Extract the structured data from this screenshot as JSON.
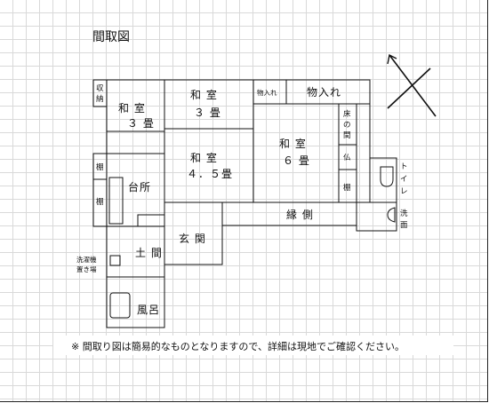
{
  "title": "間取図",
  "rooms": {
    "washitsu_3_left": [
      "和 室",
      "３ 畳"
    ],
    "washitsu_3_top": [
      "和 室",
      "３ 畳"
    ],
    "washitsu_45": [
      "和 室",
      "４．５畳"
    ],
    "washitsu_6": [
      "和 室",
      "６ 畳"
    ],
    "storage_small": "物入れ",
    "storage_large": "物入れ",
    "shuno": [
      "収",
      "納"
    ],
    "tokonoma": [
      "床",
      "の",
      "間"
    ],
    "butsuma": "仏",
    "tana_right": "棚",
    "tana_left_top": "棚",
    "tana_left_bottom": "棚",
    "kitchen": "台所",
    "engawa": "縁 側",
    "genkan": "玄 関",
    "doma": "土 間",
    "laundry": [
      "洗濯機",
      "置き場"
    ],
    "bath": "風呂",
    "toilet": [
      "ト",
      "イ",
      "レ"
    ],
    "washroom": [
      "洗",
      "面"
    ]
  },
  "note": "※ 間取り図は簡易的なものとなりますので、詳細は現地でご確認ください。"
}
